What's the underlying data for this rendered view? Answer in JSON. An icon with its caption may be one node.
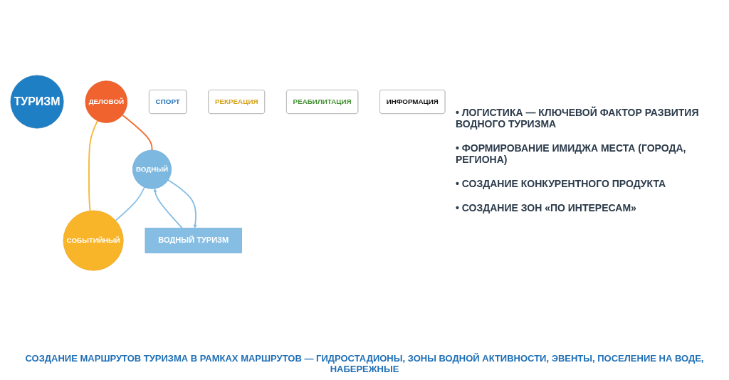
{
  "diagram": {
    "caption": "СОЗДАНИЕ МАРШРУТОВ ТУРИЗМА В РАМКАХ МАРШРУТОВ — ГИДРОСТАДИОНЫ, ЗОНЫ ВОДНОЙ АКТИВНОСТИ, ЭВЕНТЫ, ПОСЕЛЕНИЕ НА ВОДЕ, НАБЕРЕЖНЫЕ",
    "nodes": [
      {
        "text": [
          "ТУРИЗМ"
        ]
      },
      {
        "text": [
          "ДЕЛОВОЙ"
        ]
      },
      {
        "text": [
          "СОБЫТИЙНЫЙ"
        ]
      },
      {
        "text": [
          "ВОДНЫЙ"
        ]
      },
      {
        "text": [
          "ВОДНЫЙ ТУРИЗМ"
        ]
      },
      {
        "text": [
          "СПОРТ"
        ]
      },
      {
        "text": [
          "РЕКРЕАЦИЯ"
        ]
      },
      {
        "text": [
          "РЕАБИЛИТАЦИЯ"
        ]
      },
      {
        "text": [
          "ИНФОРМАЦИЯ"
        ]
      }
    ],
    "edges": [
      {
        "from": 1,
        "to": 3,
        "arrow": "none",
        "color": "#f26b2c"
      },
      {
        "from": 3,
        "to": 2,
        "arrow": "none",
        "color": "#8ec4e8"
      },
      {
        "from": 2,
        "to": 1,
        "arrow": "none",
        "color": "#f7b733"
      },
      {
        "from": 3,
        "to": 4,
        "arrow": "to",
        "color": "#85bde3"
      },
      {
        "from": 4,
        "to": 3,
        "arrow": "to",
        "color": "#85bde3"
      }
    ],
    "labels": [
      "• ЛОГИСТИКА — КЛЮЧЕВОЙ ФАКТОР РАЗВИТИЯ ВОДНОГО ТУРИЗМА",
      "• ФОРМИРОВАНИЕ ИМИДЖА МЕСТА (ГОРОДА, РЕГИОНА)",
      "• СОЗДАНИЕ КОНКУРЕНТНОГО ПРОДУКТА",
      "• СОЗДАНИЕ ЗОН «ПО ИНТЕРЕСАМ»"
    ]
  }
}
